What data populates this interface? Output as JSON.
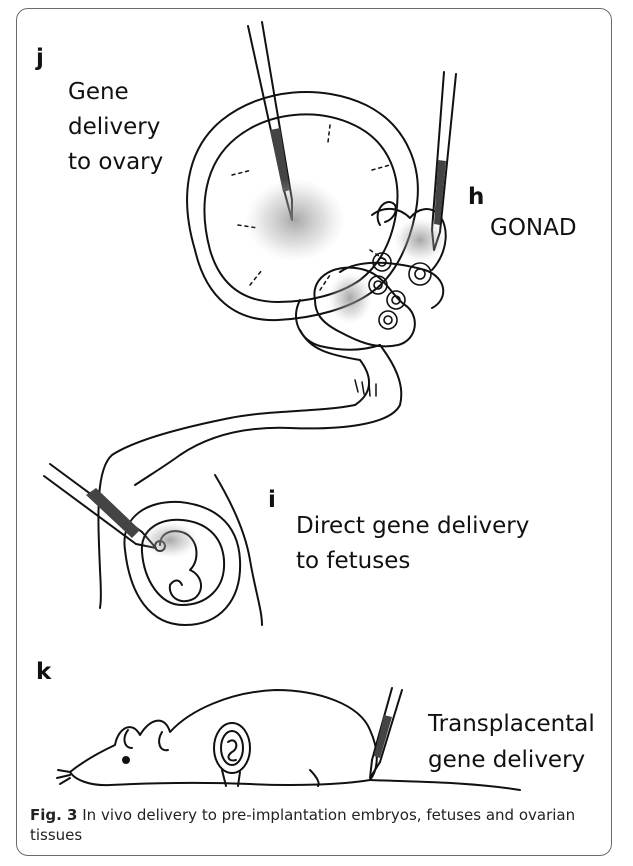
{
  "panels": {
    "j": {
      "letter": "j",
      "text_line1": "Gene",
      "text_line2": "delivery",
      "text_line3": "to ovary"
    },
    "h": {
      "letter": "h",
      "text": "GONAD"
    },
    "i": {
      "letter": "i",
      "text_line1": "Direct gene delivery",
      "text_line2": "to fetuses"
    },
    "k": {
      "letter": "k",
      "text_line1": "Transplacental",
      "text_line2": "gene delivery"
    }
  },
  "caption": {
    "label": "Fig. 3",
    "text": " In vivo delivery to pre-implantation embryos, fetuses and ovarian tissues"
  },
  "colors": {
    "stroke": "#111111",
    "shading": "#9a9a9a",
    "frame": "#6a6a6a"
  }
}
